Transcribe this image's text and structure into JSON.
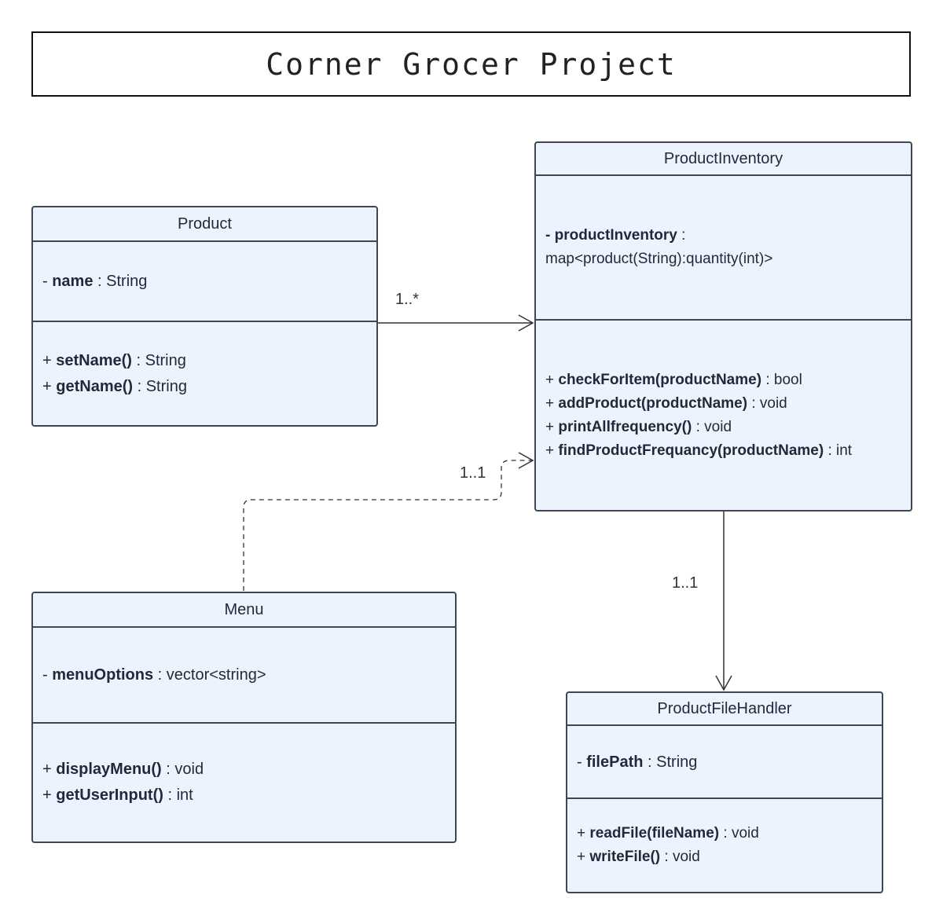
{
  "title": "Corner Grocer Project",
  "classes": {
    "product": {
      "name": "Product",
      "attributes": [
        {
          "vis": "- ",
          "name": "name",
          "type": " : String"
        }
      ],
      "operations": [
        {
          "vis": "+ ",
          "name": "setName()",
          "type": " : String"
        },
        {
          "vis": "+ ",
          "name": "getName()",
          "type": " : String"
        }
      ]
    },
    "productInventory": {
      "name": "ProductInventory",
      "attributes": [
        {
          "vis": "- ",
          "name": "productInventory",
          "type": " : map<product(String):quantity(int)>"
        }
      ],
      "operations": [
        {
          "vis": "+ ",
          "name": "checkForItem(productName)",
          "type": " : bool"
        },
        {
          "vis": "+ ",
          "name": "addProduct(productName)",
          "type": " : void"
        },
        {
          "vis": "+ ",
          "name": "printAllfrequency()",
          "type": " : void"
        },
        {
          "vis": "+ ",
          "name": "findProductFrequancy(productName)",
          "type": " : int"
        }
      ]
    },
    "menu": {
      "name": "Menu",
      "attributes": [
        {
          "vis": "- ",
          "name": "menuOptions",
          "type": " : vector<string>"
        }
      ],
      "operations": [
        {
          "vis": "+ ",
          "name": "displayMenu()",
          "type": " : void"
        },
        {
          "vis": "+ ",
          "name": "getUserInput()",
          "type": " : int"
        }
      ]
    },
    "productFileHandler": {
      "name": "ProductFileHandler",
      "attributes": [
        {
          "vis": "- ",
          "name": "filePath",
          "type": " : String"
        }
      ],
      "operations": [
        {
          "vis": "+ ",
          "name": "readFile(fileName)",
          "type": " : void"
        },
        {
          "vis": "+ ",
          "name": "writeFile()",
          "type": " : void"
        }
      ]
    }
  },
  "relations": {
    "product_to_inventory": {
      "multiplicity": "1..*"
    },
    "menu_to_inventory": {
      "multiplicity": "1..1"
    },
    "inventory_to_filehandler": {
      "multiplicity": "1..1"
    }
  }
}
